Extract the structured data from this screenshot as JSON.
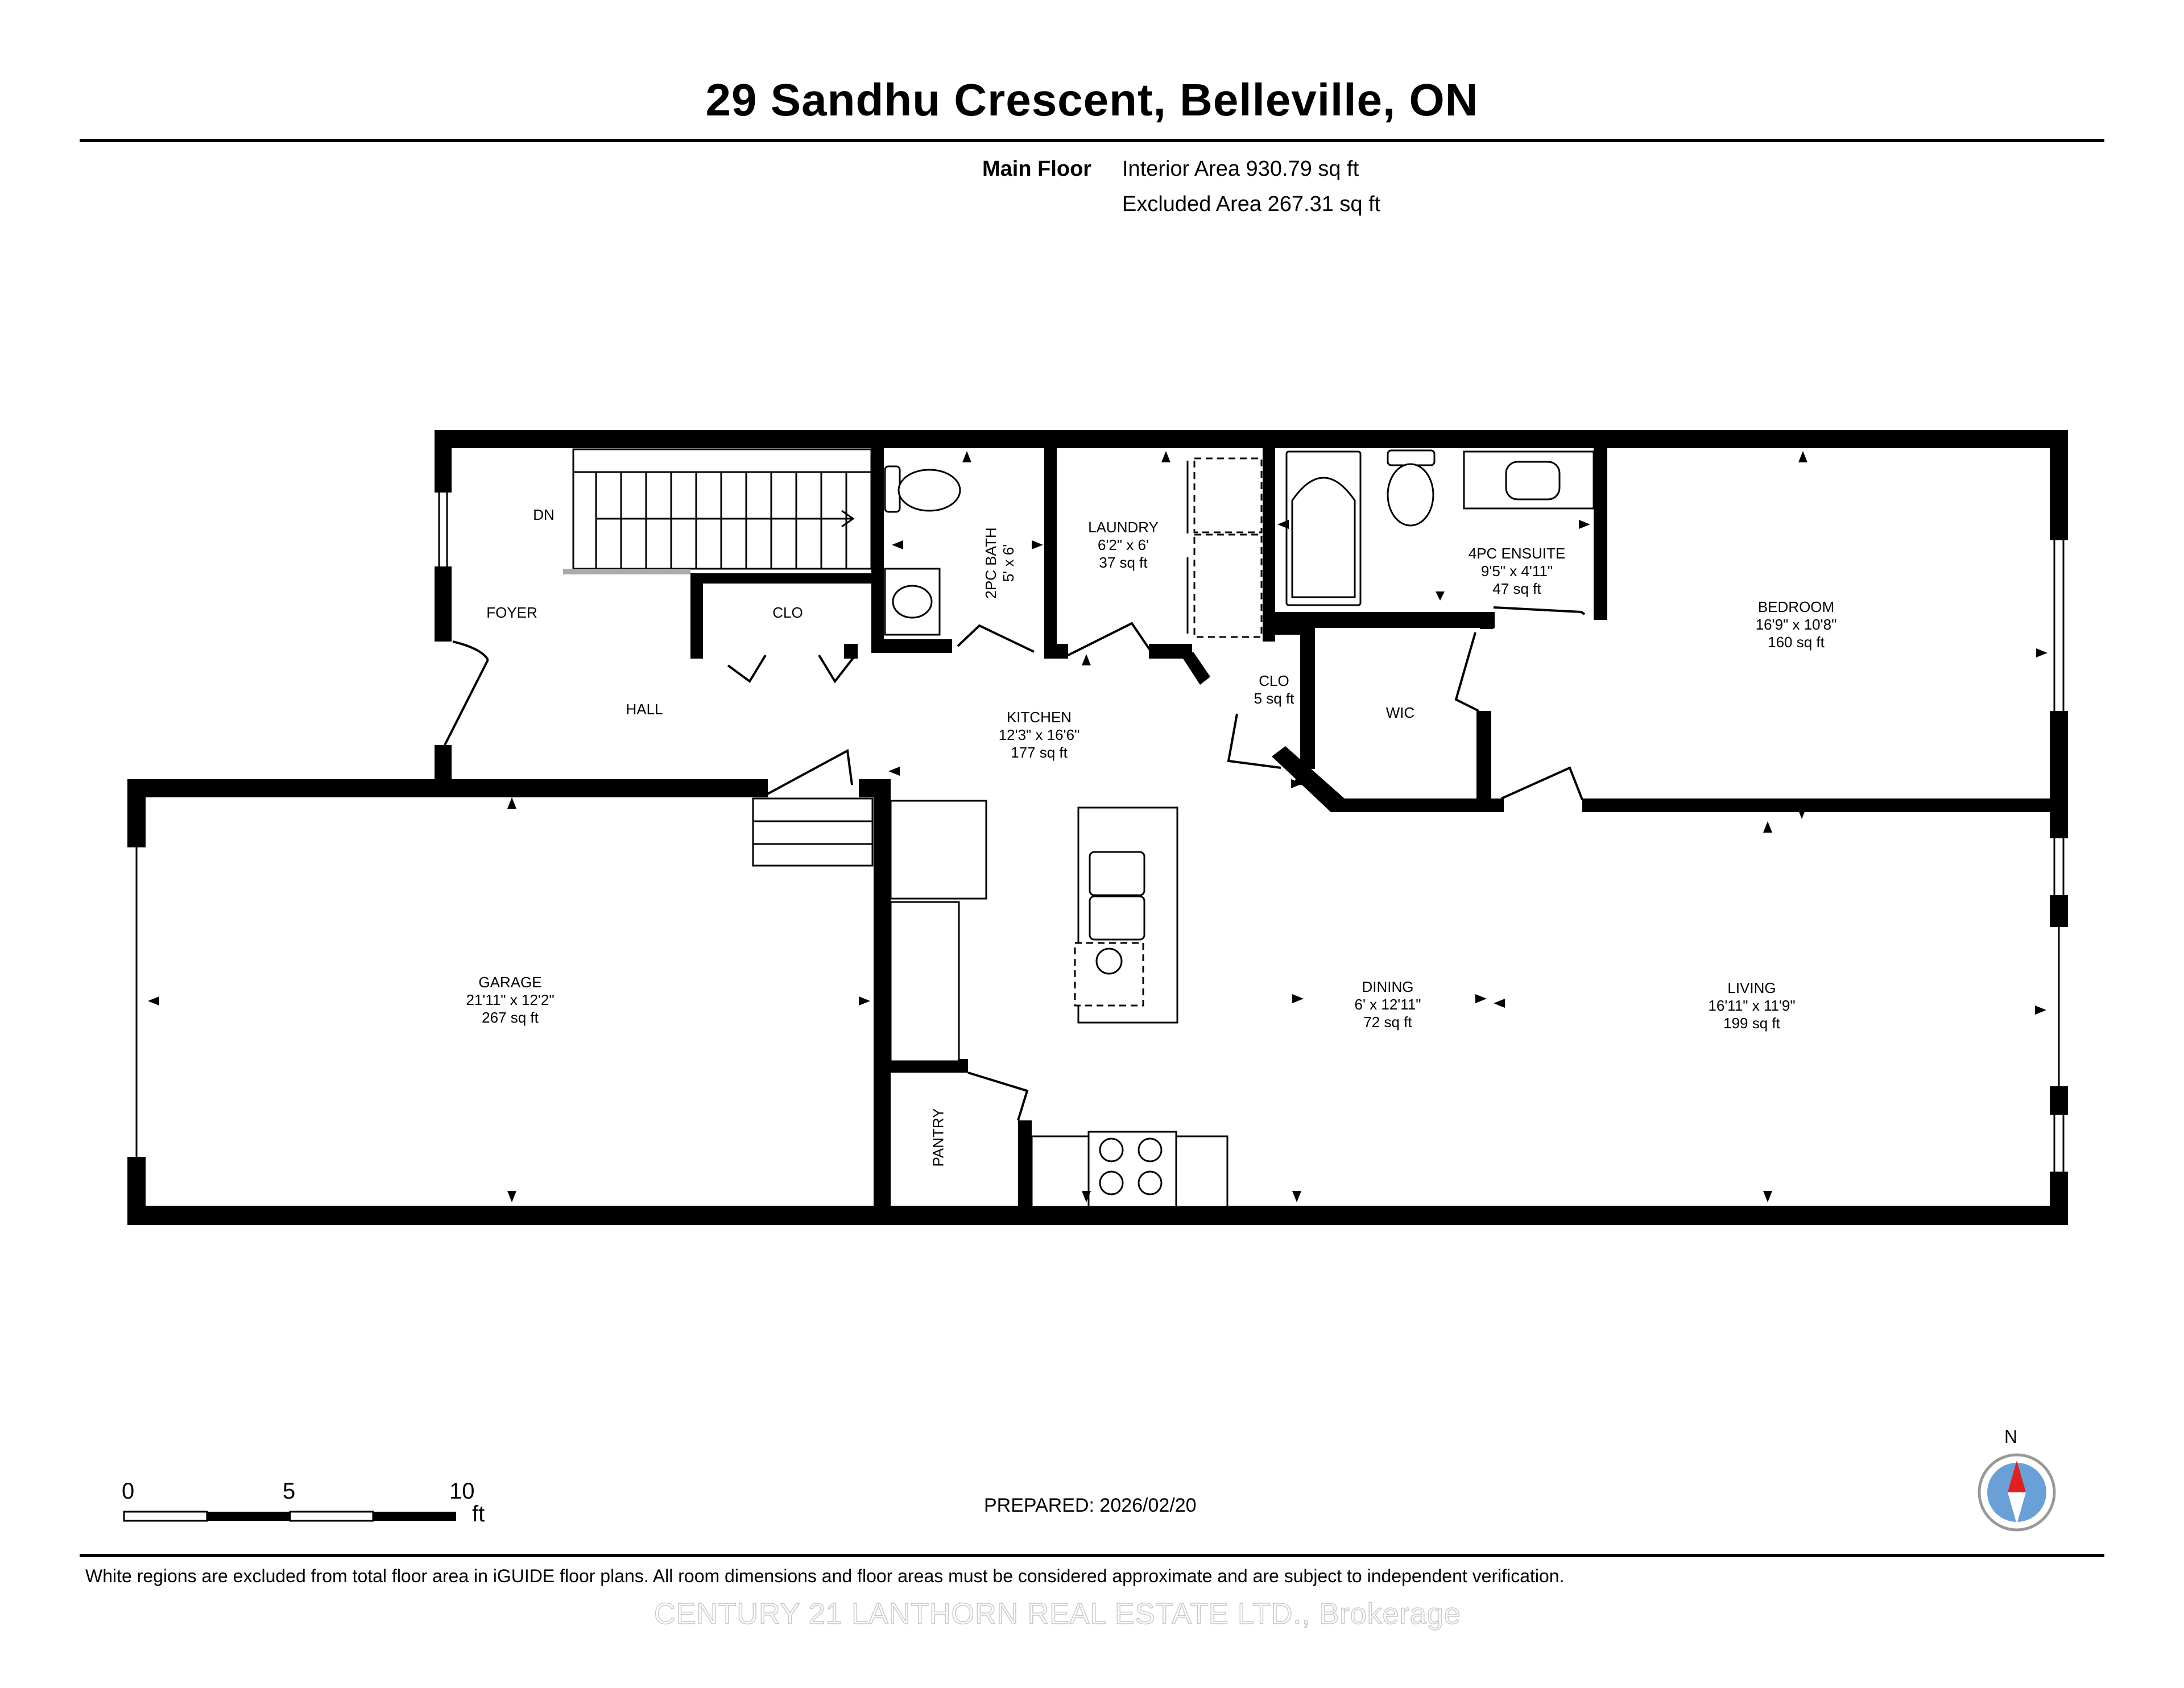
{
  "header": {
    "title": "29 Sandhu Crescent, Belleville, ON",
    "floor_label": "Main Floor",
    "interior_area": "Interior Area 930.79 sq ft",
    "excluded_area": "Excluded Area 267.31 sq ft"
  },
  "rooms": {
    "dn": "DN",
    "foyer": "FOYER",
    "clo1": "CLO",
    "hall": "HALL",
    "bath2": {
      "name": "2PC BATH",
      "dims": "5' x 6'"
    },
    "laundry": {
      "name": "LAUNDRY",
      "dims": "6'2\" x 6'",
      "area": "37 sq ft"
    },
    "ensuite": {
      "name": "4PC ENSUITE",
      "dims": "9'5\" x 4'11\"",
      "area": "47 sq ft"
    },
    "bedroom": {
      "name": "BEDROOM",
      "dims": "16'9\" x 10'8\"",
      "area": "160 sq ft"
    },
    "clo2": {
      "name": "CLO",
      "area": "5 sq ft"
    },
    "wic": "WIC",
    "kitchen": {
      "name": "KITCHEN",
      "dims": "12'3\" x 16'6\"",
      "area": "177 sq ft"
    },
    "garage": {
      "name": "GARAGE",
      "dims": "21'11\" x 12'2\"",
      "area": "267 sq ft"
    },
    "dining": {
      "name": "DINING",
      "dims": "6' x 12'11\"",
      "area": "72 sq ft"
    },
    "living": {
      "name": "LIVING",
      "dims": "16'11\" x 11'9\"",
      "area": "199 sq ft"
    },
    "pantry": "PANTRY"
  },
  "scale": {
    "labels": [
      "0",
      "5",
      "10"
    ],
    "unit": "ft"
  },
  "compass": {
    "label": "N",
    "needle_color": "#e02020",
    "ring_color": "#6aa0d8"
  },
  "footer": {
    "prepared": "PREPARED: 2026/02/20",
    "disclaimer": "White regions are excluded from total floor area in iGUIDE floor plans. All room dimensions and floor areas must be considered approximate and are subject to independent verification.",
    "brokerage": "CENTURY 21 LANTHORN REAL ESTATE LTD., Brokerage"
  }
}
